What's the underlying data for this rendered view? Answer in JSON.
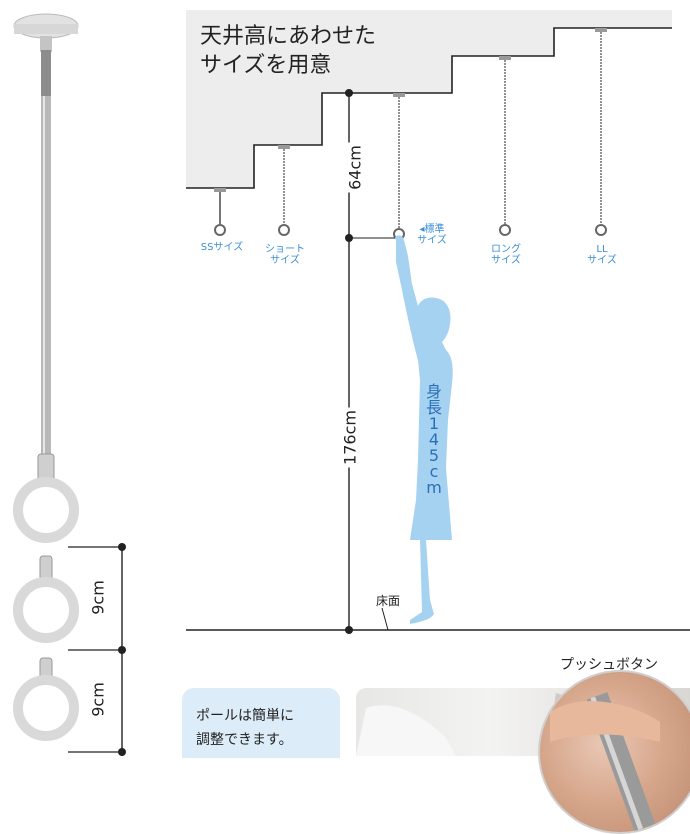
{
  "ceiling": {
    "title_line1": "天井高にあわせた",
    "title_line2": "サイズを用意"
  },
  "sizes": [
    {
      "line1": "SSサイズ",
      "line2": ""
    },
    {
      "line1": "ショート",
      "line2": "サイズ"
    },
    {
      "line1": "◂標準",
      "line2": "サイズ"
    },
    {
      "line1": "ロング",
      "line2": "サイズ"
    },
    {
      "line1": "LL",
      "line2": "サイズ"
    }
  ],
  "dimensions": {
    "pole_length": "64cm",
    "reach_height": "176cm",
    "ring_step1": "9cm",
    "ring_step2": "9cm",
    "person_height": "身長145cm",
    "floor": "床面"
  },
  "push_button_label": "プッシュボタン",
  "info_box": {
    "line1": "ポールは簡単に",
    "line2": "調整できます。"
  },
  "colors": {
    "ceiling_gray": "#ededed",
    "person_blue": "#a6d2f2",
    "label_blue": "#3a8fd6",
    "dark": "#222222"
  }
}
